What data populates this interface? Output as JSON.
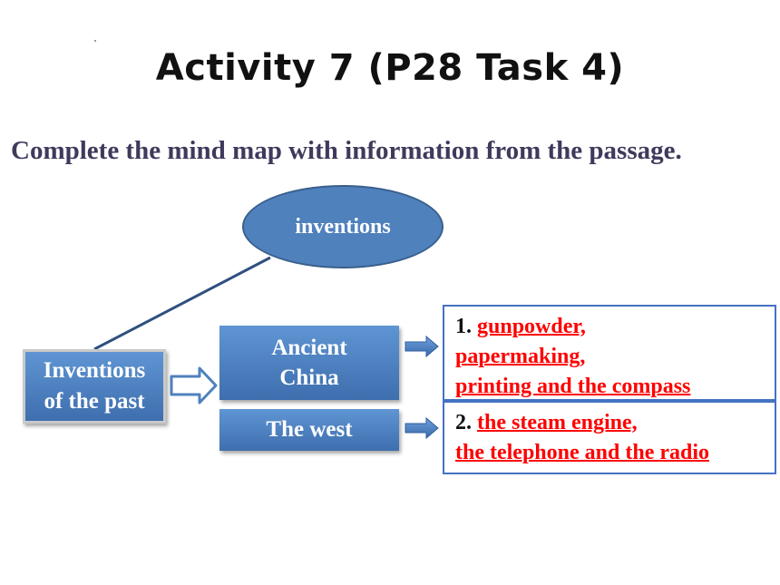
{
  "title": "Activity 7 (P28 Task 4)",
  "instruction": "Complete the mind map with information from the passage.",
  "mindmap": {
    "center": "inventions",
    "root_line1": "Inventions",
    "root_line2": "of the past",
    "branch_china_line1": "Ancient",
    "branch_china_line2": "China",
    "branch_west": "The west",
    "answer1": {
      "number": "1.",
      "line1": "gunpowder,",
      "line2": "papermaking,",
      "line3": "printing and the compass"
    },
    "answer2": {
      "number": "2.",
      "line1": "the steam engine,",
      "line2": "the telephone and the radio"
    }
  },
  "colors": {
    "shape_fill": "#4f81bd",
    "answer_text": "#ff0000",
    "answer_border": "#4472c4",
    "instruction": "#3f3a5c"
  }
}
